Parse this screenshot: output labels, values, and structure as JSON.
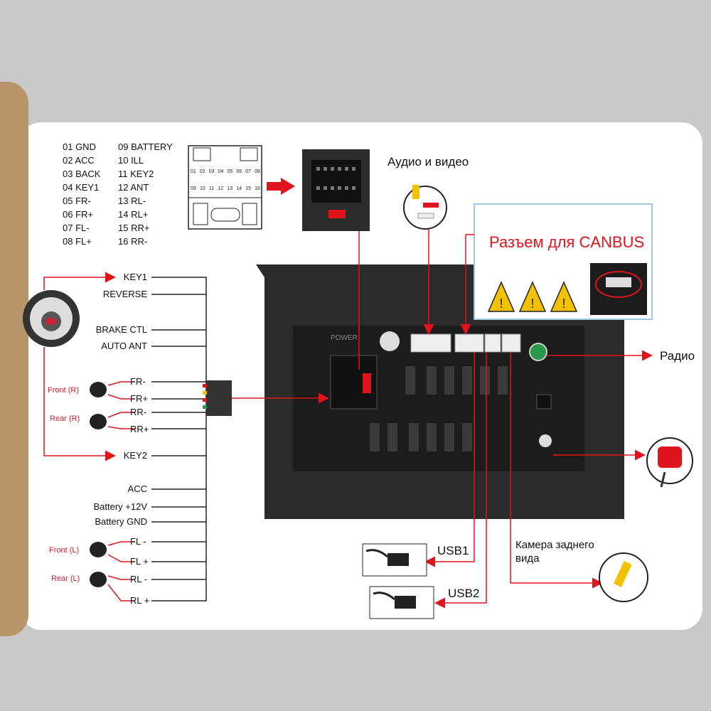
{
  "pinout": {
    "left": [
      "01  GND",
      "02  ACC",
      "03  BACK",
      "04  KEY1",
      "05  FR-",
      "06  FR+",
      "07  FL-",
      "08  FL+"
    ],
    "right": [
      "09  BATTERY",
      "10  ILL",
      "11  KEY2",
      "12  ANT",
      "13  RL-",
      "14  RL+",
      "15  RR+",
      "16  RR-"
    ],
    "connector_top_numbers": [
      "01",
      "02",
      "03",
      "04",
      "05",
      "06",
      "07",
      "08"
    ],
    "connector_bottom_numbers": [
      "09",
      "10",
      "11",
      "12",
      "13",
      "14",
      "15",
      "16"
    ]
  },
  "wires": [
    "KEY1",
    "REVERSE",
    "BRAKE CTL",
    "AUTO ANT",
    "FR-",
    "FR+",
    "RR-",
    "RR+",
    "KEY2",
    "ACC",
    "Battery +12V",
    "Battery GND",
    "FL -",
    "FL +",
    "RL -",
    "RL +"
  ],
  "speakers": [
    "Front (R)",
    "Rear (R)",
    "Front (L)",
    "Rear (L)"
  ],
  "labels": {
    "audio_video": "Аудио и видео",
    "canbus": "Разъем для CANBUS",
    "radio": "Радио",
    "usb1": "USB1",
    "usb2": "USB2",
    "camera_line1": "Камера заднего",
    "camera_line2": "вида",
    "power": "POWER"
  },
  "colors": {
    "arrow": "#e0141d",
    "unit": "#2b2b2b",
    "warning": "#f2c200"
  }
}
